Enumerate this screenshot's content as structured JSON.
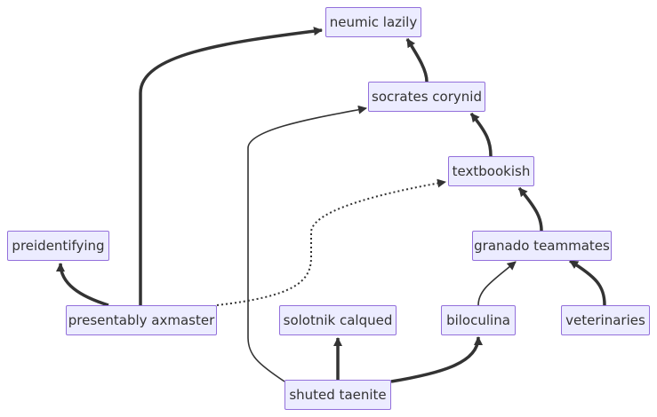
{
  "diagram": {
    "type": "flowchart",
    "direction": "bottom-to-top",
    "colors": {
      "node_fill": "#ececff",
      "node_border": "#9370db",
      "edge": "#333333",
      "text": "#333333"
    },
    "nodes": [
      {
        "id": "neumic",
        "label": "neumic lazily"
      },
      {
        "id": "socrates",
        "label": "socrates corynid"
      },
      {
        "id": "textbookish",
        "label": "textbookish"
      },
      {
        "id": "granado",
        "label": "granado teammates"
      },
      {
        "id": "preidentifying",
        "label": "preidentifying"
      },
      {
        "id": "presentably",
        "label": "presentably axmaster"
      },
      {
        "id": "solotnik",
        "label": "solotnik calqued"
      },
      {
        "id": "biloculina",
        "label": "biloculina"
      },
      {
        "id": "veterinaries",
        "label": "veterinaries"
      },
      {
        "id": "shuted",
        "label": "shuted taenite"
      }
    ],
    "edges": [
      {
        "from": "socrates",
        "to": "neumic",
        "style": "thick"
      },
      {
        "from": "presentably",
        "to": "neumic",
        "style": "thick"
      },
      {
        "from": "textbookish",
        "to": "socrates",
        "style": "thick"
      },
      {
        "from": "shuted",
        "to": "socrates",
        "style": "normal"
      },
      {
        "from": "granado",
        "to": "textbookish",
        "style": "thick"
      },
      {
        "from": "presentably",
        "to": "textbookish",
        "style": "dotted"
      },
      {
        "from": "biloculina",
        "to": "granado",
        "style": "normal"
      },
      {
        "from": "veterinaries",
        "to": "granado",
        "style": "thick"
      },
      {
        "from": "presentably",
        "to": "preidentifying",
        "style": "thick"
      },
      {
        "from": "shuted",
        "to": "solotnik",
        "style": "thick"
      },
      {
        "from": "shuted",
        "to": "biloculina",
        "style": "thick"
      }
    ]
  }
}
